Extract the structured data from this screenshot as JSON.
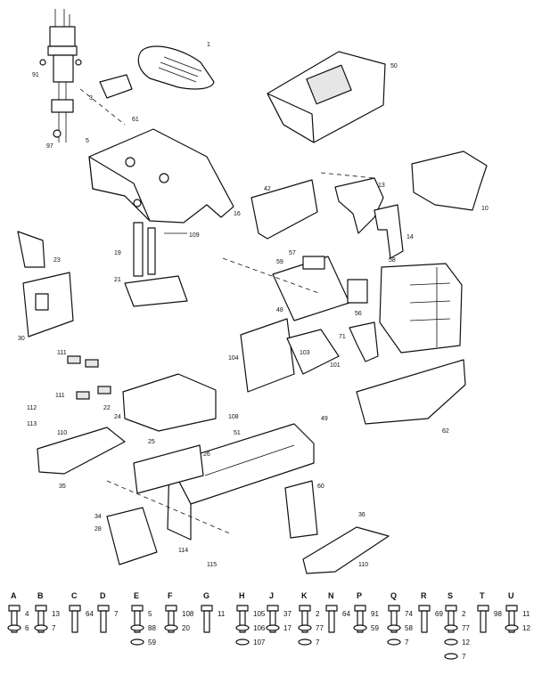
{
  "callouts": [
    {
      "id": "c1",
      "text": "1"
    },
    {
      "id": "c50",
      "text": "50"
    },
    {
      "id": "c3",
      "text": "3"
    },
    {
      "id": "c61",
      "text": "61"
    },
    {
      "id": "c5",
      "text": "5"
    },
    {
      "id": "c13",
      "text": "13"
    },
    {
      "id": "c10",
      "text": "10"
    },
    {
      "id": "c42",
      "text": "42"
    },
    {
      "id": "c14",
      "text": "14"
    },
    {
      "id": "c109",
      "text": "109"
    },
    {
      "id": "c19",
      "text": "19"
    },
    {
      "id": "c21",
      "text": "21"
    },
    {
      "id": "c23",
      "text": "23"
    },
    {
      "id": "c30",
      "text": "30"
    },
    {
      "id": "c59",
      "text": "59"
    },
    {
      "id": "c57",
      "text": "57"
    },
    {
      "id": "c56",
      "text": "56"
    },
    {
      "id": "c58",
      "text": "58"
    },
    {
      "id": "c71",
      "text": "71"
    },
    {
      "id": "c48",
      "text": "48"
    },
    {
      "id": "c104",
      "text": "104"
    },
    {
      "id": "c101",
      "text": "101"
    },
    {
      "id": "c103",
      "text": "103"
    },
    {
      "id": "c111a",
      "text": "111"
    },
    {
      "id": "c111b",
      "text": "111"
    },
    {
      "id": "c22",
      "text": "22"
    },
    {
      "id": "c24",
      "text": "24"
    },
    {
      "id": "c108",
      "text": "108"
    },
    {
      "id": "c112",
      "text": "112"
    },
    {
      "id": "c113",
      "text": "113"
    },
    {
      "id": "c110a",
      "text": "110"
    },
    {
      "id": "c35",
      "text": "35"
    },
    {
      "id": "c25",
      "text": "25"
    },
    {
      "id": "c26",
      "text": "26"
    },
    {
      "id": "c60",
      "text": "60"
    },
    {
      "id": "c49",
      "text": "49"
    },
    {
      "id": "c51",
      "text": "51"
    },
    {
      "id": "c34",
      "text": "34"
    },
    {
      "id": "c28",
      "text": "28"
    },
    {
      "id": "c114",
      "text": "114"
    },
    {
      "id": "c115",
      "text": "115"
    },
    {
      "id": "c36",
      "text": "36"
    },
    {
      "id": "c110b",
      "text": "110"
    },
    {
      "id": "c91",
      "text": "91"
    },
    {
      "id": "c97",
      "text": "97"
    },
    {
      "id": "c16",
      "text": "16"
    },
    {
      "id": "c62",
      "text": "62"
    }
  ],
  "hardware": [
    {
      "letter": "A",
      "parts": [
        "4",
        "6"
      ]
    },
    {
      "letter": "B",
      "parts": [
        "13",
        "7"
      ]
    },
    {
      "letter": "C",
      "parts": [
        "64"
      ]
    },
    {
      "letter": "D",
      "parts": [
        "7"
      ]
    },
    {
      "letter": "E",
      "parts": [
        "5",
        "88",
        "59"
      ]
    },
    {
      "letter": "F",
      "parts": [
        "108",
        "20"
      ]
    },
    {
      "letter": "G",
      "parts": [
        "11"
      ]
    },
    {
      "letter": "H",
      "parts": [
        "105",
        "106",
        "107"
      ]
    },
    {
      "letter": "J",
      "parts": [
        "37",
        "17"
      ]
    },
    {
      "letter": "K",
      "parts": [
        "2",
        "77",
        "7"
      ]
    },
    {
      "letter": "N",
      "parts": [
        "64"
      ]
    },
    {
      "letter": "P",
      "parts": [
        "91",
        "59"
      ]
    },
    {
      "letter": "Q",
      "parts": [
        "74",
        "58",
        "7"
      ]
    },
    {
      "letter": "R",
      "parts": [
        "69"
      ]
    },
    {
      "letter": "S",
      "parts": [
        "2",
        "77",
        "12",
        "7"
      ]
    },
    {
      "letter": "T",
      "parts": [
        "98"
      ]
    },
    {
      "letter": "U",
      "parts": [
        "11",
        "12"
      ]
    }
  ]
}
